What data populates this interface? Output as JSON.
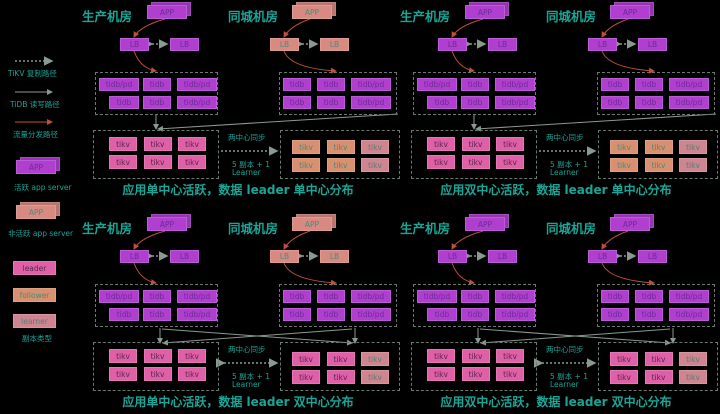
{
  "colors": {
    "active": "#b03fd0",
    "active_text": "#6b2b92",
    "inactive": "#d98a80",
    "inactive_text": "#3f8f80",
    "leader": "#e060a8",
    "leader_text": "#5a2548",
    "follower": "#d99070",
    "follower_text": "#4a8a70",
    "learner": "#cf8590",
    "learner_text": "#4f7f78",
    "teal": "#1aa596",
    "red_arrow": "#c0503a",
    "gray_arrow": "#8a9a90"
  },
  "legend": {
    "tikv_path": "TiKV 复制路径",
    "tidb_path": "TiDB 读写路径",
    "traffic_path": "流量分发路径",
    "active_app": "APP",
    "active_app_label": "活跃 app server",
    "inactive_app": "APP",
    "inactive_app_label": "非活跃 app server",
    "leader": "leader",
    "follower": "follower",
    "learner": "learner",
    "replica_type": "副本类型"
  },
  "quadrants": [
    {
      "site1": "生产机房",
      "site2": "同城机房",
      "app": "APP",
      "lb": "LB",
      "app2_active": false,
      "lb2_active": false,
      "tidb1": [
        [
          "tidb/pd",
          "tidb",
          "tidb/pd"
        ],
        [
          "tidb",
          "tidb",
          "tidb/pd"
        ]
      ],
      "tidb2": [
        [
          "tidb",
          "tidb",
          "tidb/pd"
        ],
        [
          "tidb",
          "tidb",
          "tidb/pd"
        ]
      ],
      "tikv": "tikv",
      "tikv2_roles": [
        "follower",
        "follower",
        "learner"
      ],
      "cross": false,
      "sync": "两中心同步",
      "replica1": "5 副本 + 1",
      "replica2": "Learner",
      "caption": "应用单中心活跃，数据 leader 单中心分布"
    },
    {
      "site1": "生产机房",
      "site2": "同城机房",
      "app": "APP",
      "lb": "LB",
      "app2_active": true,
      "lb2_active": true,
      "tidb1": [
        [
          "tidb/pd",
          "tidb",
          "tidb/pd"
        ],
        [
          "tidb",
          "tidb",
          "tidb/pd"
        ]
      ],
      "tidb2": [
        [
          "tidb",
          "tidb",
          "tidb/pd"
        ],
        [
          "tidb",
          "tidb",
          "tidb/pd"
        ]
      ],
      "tikv": "tikv",
      "tikv2_roles": [
        "follower",
        "follower",
        "learner"
      ],
      "cross": false,
      "sync": "两中心同步",
      "replica1": "5 副本 + 1",
      "replica2": "Learner",
      "caption": "应用双中心活跃，数据 leader 单中心分布"
    },
    {
      "site1": "生产机房",
      "site2": "同城机房",
      "app": "APP",
      "lb": "LB",
      "app2_active": false,
      "lb2_active": false,
      "tidb1": [
        [
          "tidb/pd",
          "tidb",
          "tidb/pd"
        ],
        [
          "tidb",
          "tidb",
          "tidb/pd"
        ]
      ],
      "tidb2": [
        [
          "tidb",
          "tidb",
          "tidb/pd"
        ],
        [
          "tidb",
          "tidb",
          "tidb/pd"
        ]
      ],
      "tikv": "tikv",
      "tikv2_roles": [
        "leader",
        "leader",
        "learner"
      ],
      "cross": true,
      "sync": "两中心同步",
      "replica1": "5 副本 + 1",
      "replica2": "Learner",
      "caption": "应用单中心活跃，数据 leader 双中心分布"
    },
    {
      "site1": "生产机房",
      "site2": "同城机房",
      "app": "APP",
      "lb": "LB",
      "app2_active": true,
      "lb2_active": true,
      "tidb1": [
        [
          "tidb/pd",
          "tidb",
          "tidb/pd"
        ],
        [
          "tidb",
          "tidb",
          "tidb/pd"
        ]
      ],
      "tidb2": [
        [
          "tidb",
          "tidb",
          "tidb/pd"
        ],
        [
          "tidb",
          "tidb",
          "tidb/pd"
        ]
      ],
      "tikv": "tikv",
      "tikv2_roles": [
        "leader",
        "leader",
        "learner"
      ],
      "cross": true,
      "sync": "两中心同步",
      "replica1": "5 副本 + 1",
      "replica2": "Learner",
      "caption": "应用双中心活跃，数据 leader 双中心分布"
    }
  ]
}
